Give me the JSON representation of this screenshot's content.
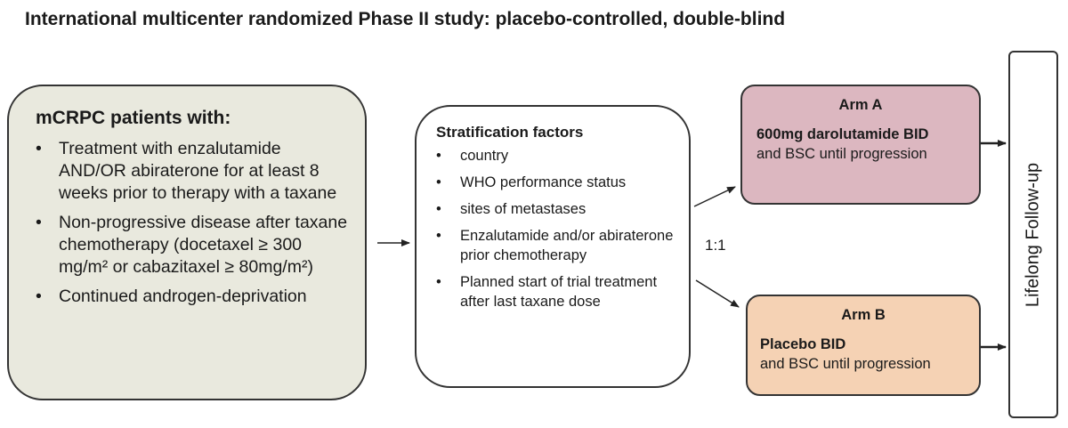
{
  "title": "International multicenter randomized Phase II study: placebo-controlled, double-blind",
  "patients": {
    "heading": "mCRPC patients with:",
    "items": [
      "Treatment with enzalutamide AND/OR abiraterone for at least 8 weeks prior to therapy with a taxane",
      "Non-progressive disease after taxane chemotherapy (docetaxel ≥ 300 mg/m² or cabazitaxel ≥ 80mg/m²)",
      "Continued androgen-deprivation"
    ]
  },
  "stratification": {
    "heading": "Stratification factors",
    "items": [
      "country",
      "WHO performance status",
      "sites of metastases",
      "Enzalutamide and/or abiraterone prior chemotherapy",
      "Planned start of trial treatment after last taxane dose"
    ]
  },
  "ratio": "1:1",
  "arm_a": {
    "title": "Arm A",
    "drug": "600mg darolutamide BID",
    "bsc": "and BSC until progression"
  },
  "arm_b": {
    "title": "Arm B",
    "drug": "Placebo BID",
    "bsc": "and BSC until progression"
  },
  "follow_up": "Lifelong Follow-up"
}
